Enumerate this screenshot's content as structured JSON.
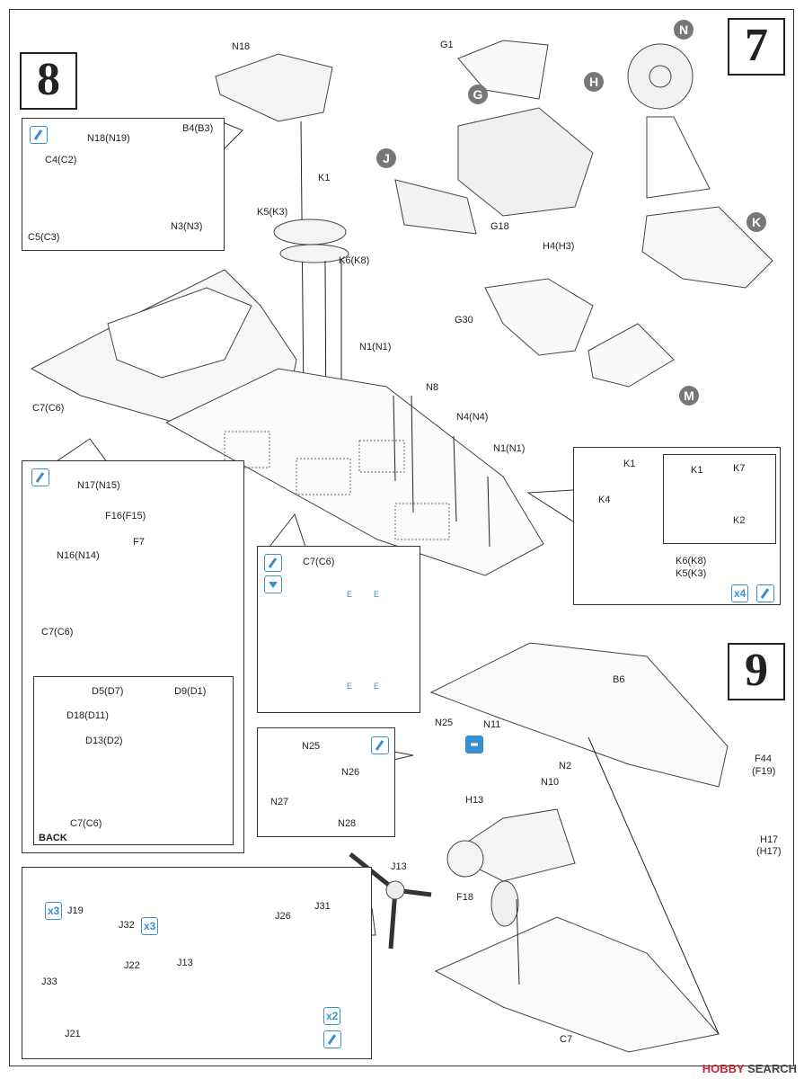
{
  "steps": {
    "s7": "7",
    "s8": "8",
    "s9": "9"
  },
  "sub": {
    "G": "G",
    "H": "H",
    "J": "J",
    "K": "K",
    "M": "M",
    "N": "N"
  },
  "labels": {
    "N18": "N18",
    "N18N19": "N18(N19)",
    "B4B3": "B4(B3)",
    "C4C2": "C4(C2)",
    "N3N3": "N3(N3)",
    "C5C3": "C5(C3)",
    "K1a": "K1",
    "K5K3": "K5(K3)",
    "K6K8": "K6(K8)",
    "G1": "G1",
    "G18": "G18",
    "H4H3": "H4(H3)",
    "G30": "G30",
    "N1N1a": "N1(N1)",
    "N8": "N8",
    "N4N4": "N4(N4)",
    "N1N1b": "N1(N1)",
    "C7C6a": "C7(C6)",
    "N17N15": "N17(N15)",
    "F16F15": "F16(F15)",
    "F7": "F7",
    "N16N14": "N16(N14)",
    "C7C6b": "C7(C6)",
    "C7C6c": "C7(C6)",
    "Ea": "E",
    "Eb": "E",
    "Ec": "E",
    "Ed": "E",
    "K1b": "K1",
    "K4": "K4",
    "K1c": "K1",
    "K7": "K7",
    "K2": "K2",
    "K6K8b": "K6(K8)",
    "K5K3b": "K5(K3)",
    "x4": "x4",
    "D5D7": "D5(D7)",
    "D9D1": "D9(D1)",
    "D18D11": "D18(D11)",
    "D13D2": "D13(D2)",
    "C7C6d": "C7(C6)",
    "BACK": "BACK",
    "B6": "B6",
    "N25a": "N25",
    "N11": "N11",
    "N2": "N2",
    "N10": "N10",
    "H13": "H13",
    "F44F19": "F44",
    "F19": "(F19)",
    "H17": "H17",
    "H17b": "(H17)",
    "N25b": "N25",
    "N26": "N26",
    "N27": "N27",
    "N28": "N28",
    "J13a": "J13",
    "F18": "F18",
    "C7": "C7",
    "J19": "J19",
    "J32": "J32",
    "J22": "J22",
    "J33": "J33",
    "J21": "J21",
    "J26": "J26",
    "J31": "J31",
    "J13b": "J13",
    "x3a": "x3",
    "x3b": "x3",
    "x2": "x2"
  },
  "watermark": {
    "brand": "HOBBY",
    "suffix": "SEARCH"
  }
}
